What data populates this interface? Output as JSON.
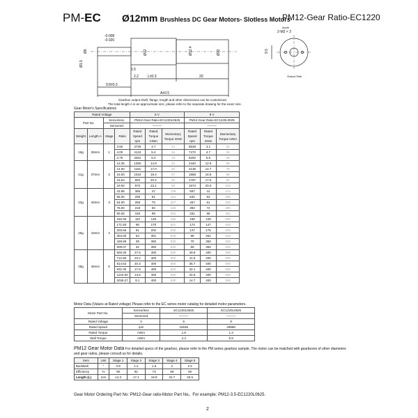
{
  "header": {
    "series_prefix": "PM-",
    "series_bold": "EC",
    "diameter": "Ø12mm",
    "subtitle": "Brushless DC Gear Motors- Slotless Motors",
    "ratio_title": "PM12-Gear Ratio-EC1220"
  },
  "drawing": {
    "dims": [
      "Ø6",
      "-0.008",
      "-0.020",
      "Ø1.5",
      "Ø12",
      "Ø12.4",
      "Ø12",
      "2.2",
      "L±0.3",
      "20",
      "9.8±0.3",
      "A±0.5",
      "1.5"
    ],
    "depth_label": "depth",
    "hole_label": "2-M2 × 3",
    "pcd": "9.5",
    "output_side": "Output Side",
    "notes": [
      "Gearbox output shaft, flange, length and other dimensions can be customized.",
      "The total length A is an approximate size, please refer to the separate drawing for the exact size."
    ]
  },
  "spec_table": {
    "section_title": "Gear Motor's Specifications",
    "rated_voltage_label": "Rated Voltage",
    "part_no_label": "Part No.",
    "sensorless_label": "Sensorless",
    "sensored_label": "Sensored",
    "v6": "6 V",
    "v9": "9 V",
    "part_6v": "PM12-Gear Ratio-EC1220L0625",
    "part_9v": "PM12-Gear Ratio-EC1220L0925",
    "dash": "———",
    "col_weight": "Weight",
    "col_length": "Length A",
    "col_stage": "Stage",
    "col_ratio": "Ratio",
    "col_speed": "Rated Speed rpm",
    "col_torque": "Rated Torque mNm",
    "col_momentary": "Momentary Torque mNm",
    "groups": [
      {
        "weight": "19g",
        "length": "35mm",
        "stage": "1",
        "rows": [
          [
            "3.50",
            "4725",
            "4.7",
            "14",
            "8539",
            "4.1",
            "22"
          ],
          [
            "4.00",
            "4134",
            "5.4",
            "16",
            "7472",
            "4.7",
            "25"
          ],
          [
            "4.75",
            "3481",
            "6.4",
            "19",
            "6292",
            "5.6",
            "29"
          ]
        ]
      },
      {
        "weight": "21g",
        "length": "37mm",
        "stage": "2",
        "rows": [
          [
            "12.25",
            "1350",
            "14.9",
            "44",
            "2440",
            "12.9",
            "68"
          ],
          [
            "14.00",
            "1181",
            "17.0",
            "50",
            "2135",
            "14.7",
            "76"
          ],
          [
            "16.00",
            "1034",
            "19.4",
            "57",
            "1868",
            "16.8",
            "89"
          ],
          [
            "16.63",
            "994",
            "20.2",
            "60",
            "1797",
            "17.5",
            "92"
          ],
          [
            "19.00",
            "870",
            "23.1",
            "68",
            "1573",
            "20.0",
            "105"
          ]
        ]
      },
      {
        "weight": "23g",
        "length": "40mm",
        "stage": "3",
        "rows": [
          [
            "42.88",
            "386",
            "47",
            "139",
            "697",
            "41",
            "214"
          ],
          [
            "56.00",
            "295",
            "61",
            "181",
            "534",
            "53",
            "280"
          ],
          [
            "64.00",
            "258",
            "70",
            "207",
            "467",
            "61",
            "320"
          ],
          [
            "76.00",
            "218",
            "83",
            "245",
            "393",
            "72",
            "380"
          ],
          [
            "90.25",
            "183",
            "99",
            "292",
            "331",
            "86",
            "451"
          ]
        ]
      },
      {
        "weight": "25g",
        "length": "43mm",
        "stage": "4",
        "rows": [
          [
            "150.06",
            "110",
            "149",
            "485",
            "199",
            "129",
            "530"
          ],
          [
            "171.50",
            "96",
            "170",
            "501",
            "174",
            "147",
            "530"
          ],
          [
            "203.66",
            "81",
            "202",
            "530",
            "147",
            "175",
            "530"
          ],
          [
            "304.00",
            "54",
            "301",
            "530",
            "98",
            "261",
            "530"
          ],
          [
            "428.69",
            "39",
            "350",
            "530",
            "70",
            "350",
            "530"
          ],
          [
            "509.07",
            "32",
            "350",
            "530",
            "59",
            "350",
            "530"
          ]
        ]
      },
      {
        "weight": "28g",
        "length": "46mm",
        "stage": "5",
        "rows": [
          [
            "600.25",
            "27.5",
            "400",
            "600",
            "49.8",
            "400",
            "600"
          ],
          [
            "712.80",
            "23.2",
            "400",
            "600",
            "41.9",
            "400",
            "600"
          ],
          [
            "814.63",
            "20.3",
            "400",
            "600",
            "36.7",
            "400",
            "600"
          ],
          [
            "931.00",
            "17.8",
            "400",
            "600",
            "32.1",
            "400",
            "600"
          ],
          [
            "1216.00",
            "13.6",
            "400",
            "600",
            "24.6",
            "400",
            "600"
          ],
          [
            "2036.27",
            "8.1",
            "400",
            "600",
            "14.7",
            "400",
            "600"
          ]
        ]
      }
    ]
  },
  "motor_data": {
    "title": "Motor Data (Values at Rated voltage)",
    "note": "Please refer to the EC series motor catalog for detailed motor parameters.",
    "part_label": "Motor Part No.",
    "sensorless_label": "Sensorless",
    "sensored_label": "Sensored",
    "part_a": "EC1220L0625",
    "part_b": "EC1220L0925",
    "dash": "———",
    "rows": [
      [
        "Rated Voltage",
        "V",
        "6",
        "9"
      ],
      [
        "Rated Speed",
        "rpm",
        "16536",
        "29888"
      ],
      [
        "Rated Torque",
        "mNm",
        "1.5",
        "1.3"
      ],
      [
        "Stall Torque",
        "mNm",
        "4.4",
        "6.9"
      ]
    ]
  },
  "gear_data": {
    "title": "PM12 Gear Motor Data",
    "desc": "For detailed specs of the gearbox, please refer to the PM series gearbox sample. The motor can be matched with gearboxes of other diameters and gear ratios, please consult us for details.",
    "head": [
      "Item",
      "Unit",
      "Stage 1",
      "Stage 2",
      "Stage 3",
      "Stage 4",
      "Stage 5"
    ],
    "rows": [
      [
        "Backlash",
        "°",
        "0.8",
        "1.2",
        "1.6",
        "2",
        "2.5"
      ],
      [
        "Efficiency",
        "%",
        "90",
        "81",
        "73",
        "66",
        "60"
      ],
      [
        "Length (L)",
        "mm",
        "14.3",
        "17.1",
        "19.9",
        "22.7",
        "25.5"
      ]
    ]
  },
  "ordering": "Gear Motor Ordering Part No:  PM12-Gear ratio-Motor Part No。For example:  PM12-3.5-EC1220L0625.",
  "page_number": "2"
}
